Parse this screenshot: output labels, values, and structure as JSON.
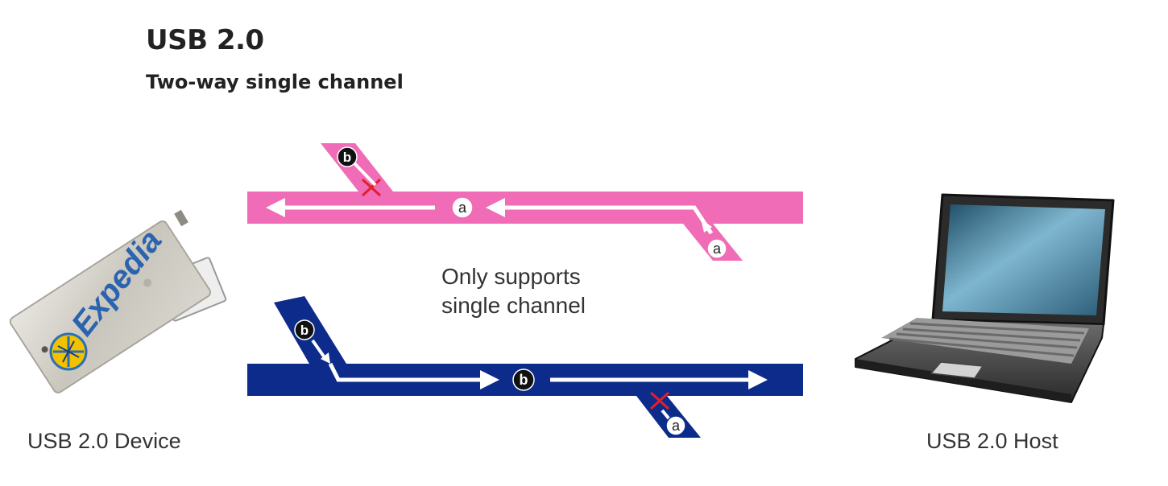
{
  "title": "USB 2.0",
  "subtitle": "Two-way single channel",
  "note_line1": "Only supports",
  "note_line2": "single channel",
  "device": {
    "label": "USB 2.0 Device",
    "brand": "Expedia",
    "icon": "usb-flash-drive-icon"
  },
  "host": {
    "label": "USB 2.0 Host",
    "icon": "laptop-icon"
  },
  "channels": {
    "upper": {
      "color": "#f06cb6",
      "direction": "host-to-device",
      "badge": "a"
    },
    "lower": {
      "color": "#0d2b8a",
      "direction": "device-to-host",
      "badge": "b"
    }
  },
  "badges": {
    "a": "a",
    "b": "b"
  },
  "colors": {
    "pink": "#f06cb6",
    "navy": "#0d2b8a",
    "blocked": "#e0202a",
    "text": "#333333"
  }
}
